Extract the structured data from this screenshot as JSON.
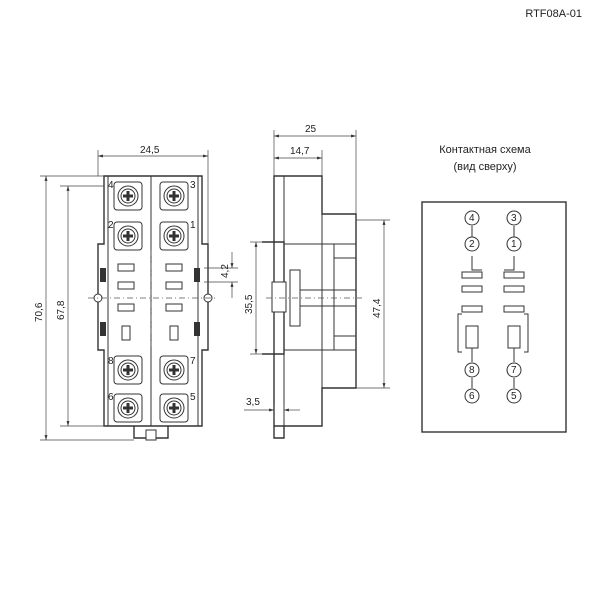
{
  "model_code": "RTF08A-01",
  "dimensions": {
    "top_width": "24,5",
    "overall_height": "70,6",
    "inner_height": "67,8",
    "slot_height": "4,2",
    "side_depth": "25",
    "side_offset": "14,7",
    "rail_height": "35,5",
    "side_height": "47,4",
    "foot_depth": "3,5"
  },
  "schema": {
    "title_line1": "Контактная схема",
    "title_line2": "(вид сверху)",
    "terminals": [
      "4",
      "3",
      "2",
      "1",
      "8",
      "7",
      "6",
      "5"
    ]
  },
  "front_terminal_marks": [
    "4",
    "3",
    "2",
    "1",
    "8",
    "7",
    "6",
    "5"
  ]
}
